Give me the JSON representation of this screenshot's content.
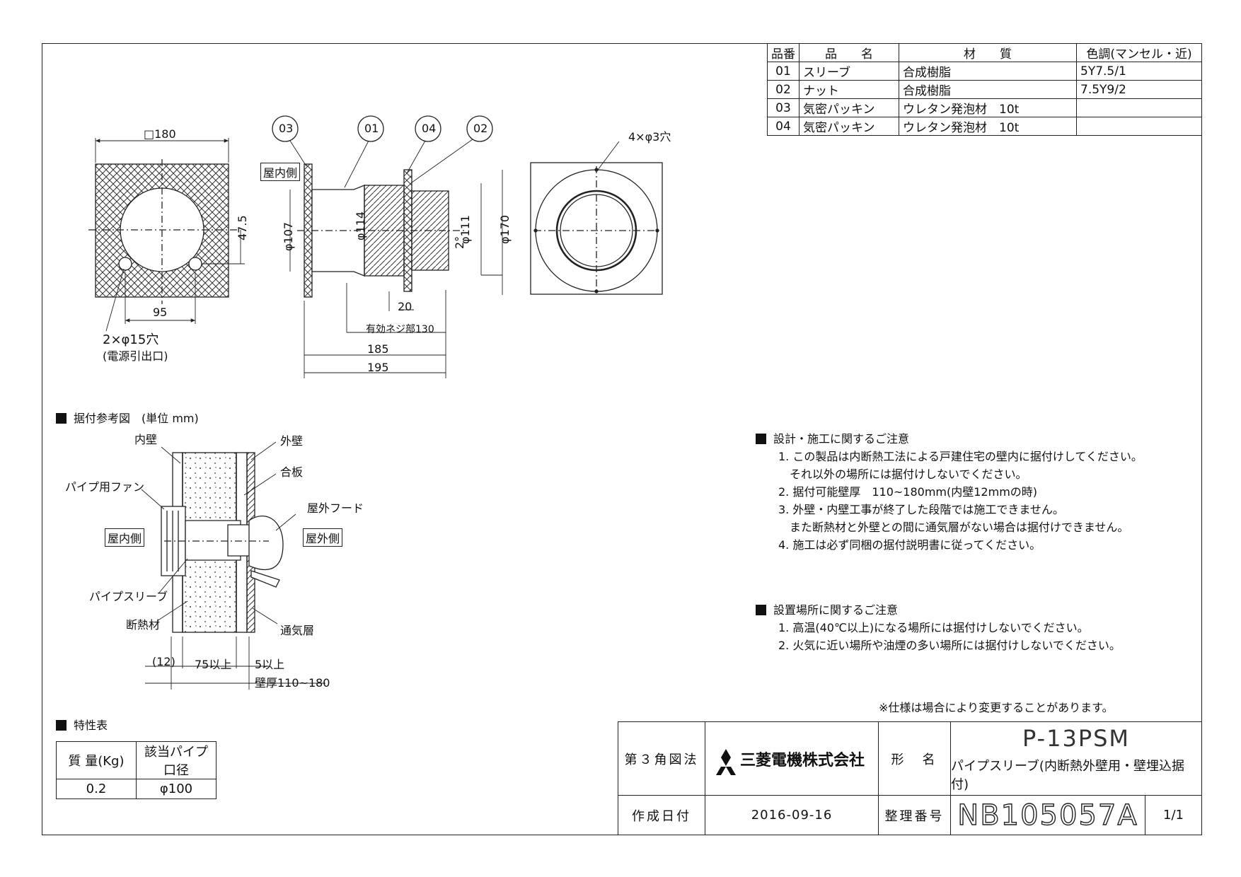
{
  "parts_table": {
    "headers": [
      "品番",
      "品　　名",
      "材　　質",
      "色調(マンセル・近)"
    ],
    "rows": [
      [
        "01",
        "スリーブ",
        "合成樹脂",
        "5Y7.5/1"
      ],
      [
        "02",
        "ナット",
        "合成樹脂",
        "7.5Y9/2"
      ],
      [
        "03",
        "気密パッキン",
        "ウレタン発泡材　10t",
        ""
      ],
      [
        "04",
        "気密パッキン",
        "ウレタン発泡材　10t",
        ""
      ]
    ]
  },
  "drawing": {
    "front": {
      "width_dim": "□180",
      "offset_dim": "47.5",
      "spacing_dim": "95",
      "holes_note": "2×φ15穴",
      "holes_sub": "(電源引出口)"
    },
    "side": {
      "callouts": [
        "03",
        "01",
        "04",
        "02"
      ],
      "indoor_label": "屋内側",
      "dims": {
        "d107": "φ107",
        "d114": "φ114",
        "d111": "φ111",
        "d170": "φ170",
        "angle": "2°",
        "w20": "20",
        "thread": "有効ネジ部130",
        "l185": "185",
        "l195": "195"
      }
    },
    "rear": {
      "holes_note": "4×φ3穴"
    }
  },
  "install": {
    "heading": "据付参考図　(単位 mm)",
    "labels": {
      "inner_wall": "内壁",
      "outer_wall": "外壁",
      "plywood": "合板",
      "pipe_fan": "パイプ用ファン",
      "outdoor_hood": "屋外フード",
      "indoor": "屋内側",
      "outdoor": "屋外側",
      "pipe_sleeve": "パイプスリーブ",
      "insulation": "断熱材",
      "air_layer": "通気層"
    },
    "dims": {
      "d12": "(12)",
      "d75": "75以上",
      "d5": "5以上",
      "thickness": "壁厚110~180"
    }
  },
  "spec": {
    "heading": "特性表",
    "headers": [
      "質 量(Kg)",
      "該当パイプ口径"
    ],
    "values": [
      "0.2",
      "φ100"
    ]
  },
  "notes": {
    "design_heading": "設計・施工に関するご注意",
    "design_items": [
      "1. この製品は内断熱工法による戸建住宅の壁内に据付けしてください。",
      "　それ以外の場所には据付けしないでください。",
      "2. 据付可能壁厚　110~180mm(内壁12mmの時)",
      "3. 外壁・内壁工事が終了した段階では施工できません。",
      "　また断熱材と外壁との間に通気層がない場合は据付けできません。",
      "4. 施工は必ず同梱の据付説明書に従ってください。"
    ],
    "place_heading": "設置場所に関するご注意",
    "place_items": [
      "1. 高温(40℃以上)になる場所には据付けしないでください。",
      "2. 火気に近い場所や油煙の多い場所には据付けしないでください。"
    ],
    "spec_change": "※仕様は場合により変更することがあります。"
  },
  "title_block": {
    "projection": "第３角図法",
    "company": "三菱電機株式会社",
    "model_label": "形　名",
    "model": "P-13PSM",
    "description": "パイプスリーブ(内断熱外壁用・壁埋込据付)",
    "date_label": "作成日付",
    "date": "2016-09-16",
    "doc_no_label": "整理番号",
    "doc_no": "NB105057A",
    "sheet": "1/1"
  }
}
